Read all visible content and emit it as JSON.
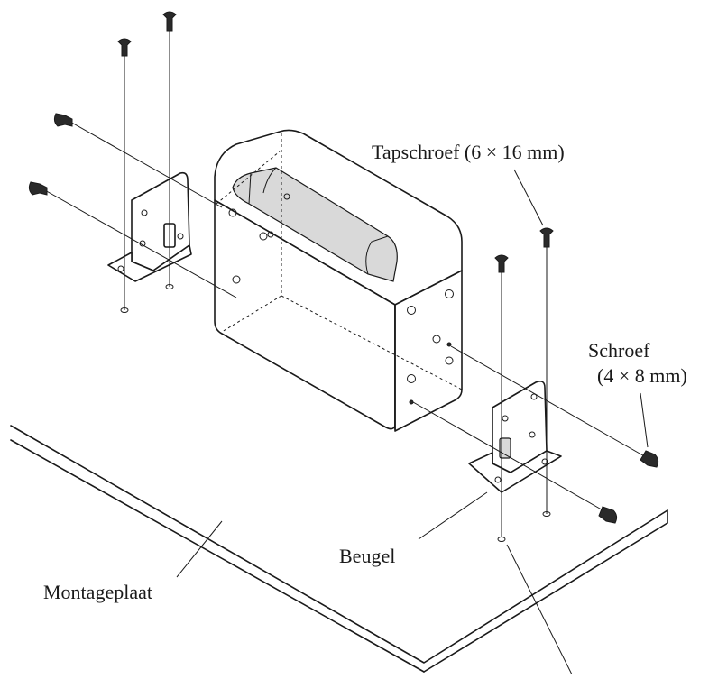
{
  "labels": {
    "tapping_screw": "Tapschroef (6 × 16 mm)",
    "screw_line1": "Schroef",
    "screw_line2": "(4 × 8 mm)",
    "bracket": "Beugel",
    "mounting_plate": "Montageplaat"
  },
  "colors": {
    "line": "#1a1a1a",
    "background": "#ffffff",
    "shade": "#d9d9d9"
  }
}
